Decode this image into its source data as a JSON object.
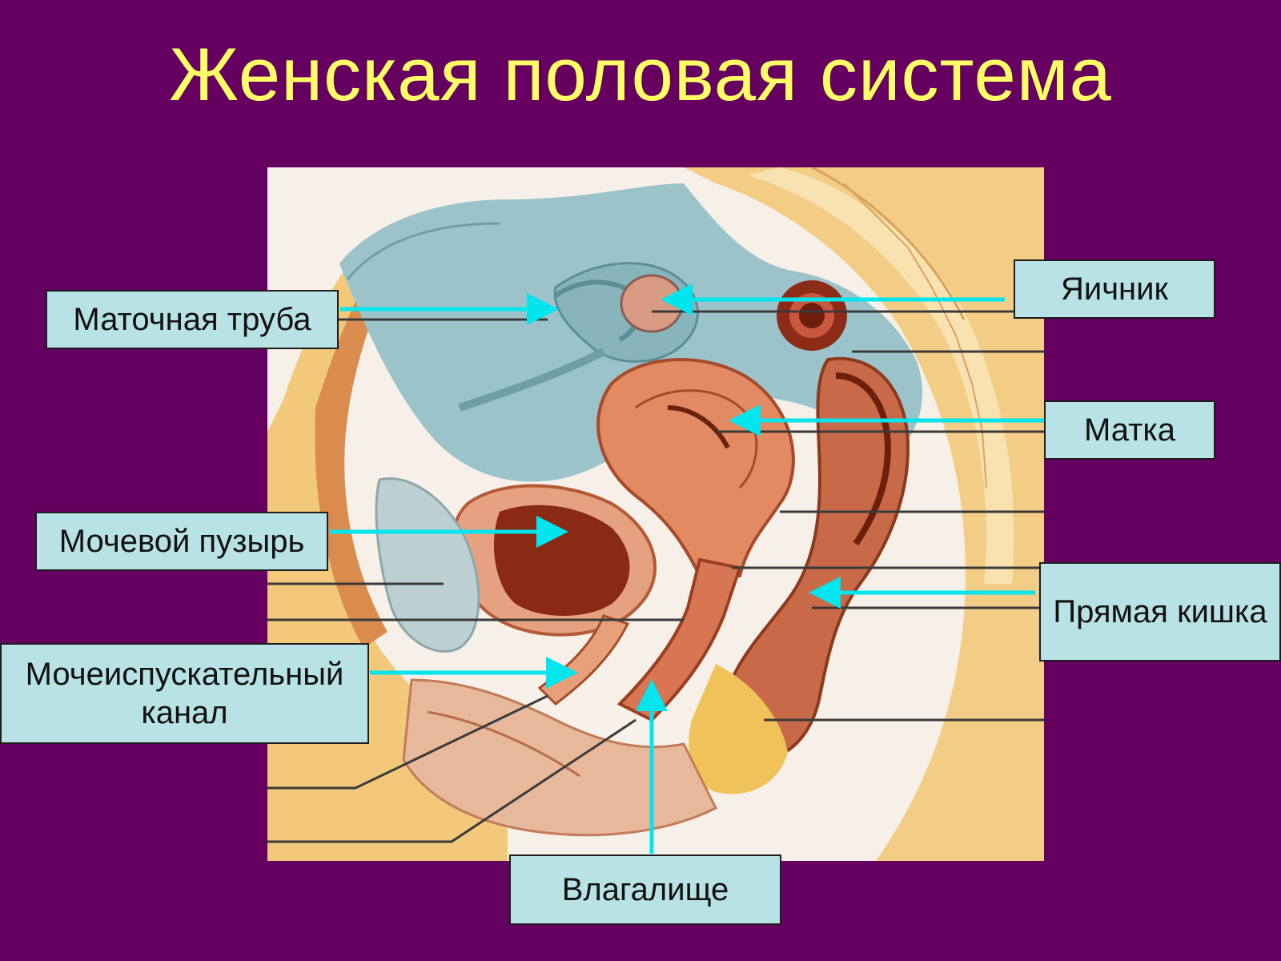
{
  "title": "Женская половая система",
  "colors": {
    "background": "#650061",
    "title": "#ffff66",
    "label_fill": "#b9e2e6",
    "arrow": "#00e5ee"
  },
  "labels": {
    "fallopian_tube": "Маточная труба",
    "ovary": "Яичник",
    "uterus": "Матка",
    "bladder": "Мочевой пузырь",
    "rectum": "Прямая кишка",
    "urethra": "Мочеиспускательный\nканал",
    "vagina": "Влагалище"
  }
}
